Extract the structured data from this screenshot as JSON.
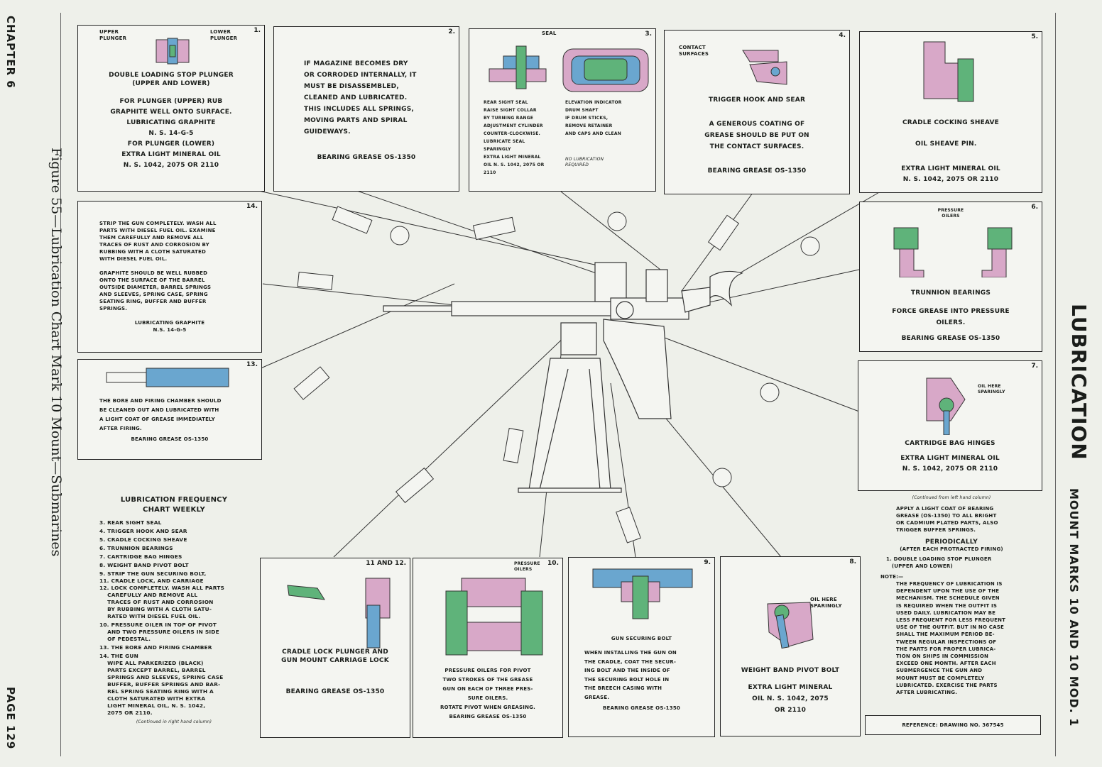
{
  "margin": {
    "chapter": "CHAPTER 6",
    "page": "PAGE 129",
    "figure_title": "Figure 55—Lubrication Chart Mark 10 Mount—Submarines",
    "right_title": "LUBRICATION",
    "right_subtitle": "MOUNT MARKS 10 AND 10 MOD. 1"
  },
  "boxes": {
    "b1": {
      "num": "1.",
      "upper": "UPPER\nPLUNGER",
      "lower": "LOWER\nPLUNGER",
      "title": "DOUBLE LOADING STOP PLUNGER\n(UPPER AND LOWER)",
      "body": "FOR PLUNGER (UPPER) RUB\nGRAPHITE WELL ONTO SURFACE.\nLUBRICATING GRAPHITE\nN. S. 14-G-5\nFOR PLUNGER (LOWER)\nEXTRA LIGHT MINERAL OIL\nN. S. 1042, 2075 OR 2110"
    },
    "b2": {
      "num": "2.",
      "body": "IF MAGAZINE BECOMES DRY\nOR CORRODED INTERNALLY, IT\nMUST BE DISASSEMBLED,\nCLEANED AND LUBRICATED.\nTHIS INCLUDES ALL SPRINGS,\nMOVING PARTS AND SPIRAL\nGUIDEWAYS.",
      "grease": "BEARING GREASE OS-1350"
    },
    "b3": {
      "num": "3.",
      "seal": "SEAL",
      "left": "REAR SIGHT SEAL\nRAISE SIGHT COLLAR\nBY TURNING RANGE\nADJUSTMENT CYLINDER\nCOUNTER-CLOCKWISE.\nLUBRICATE SEAL\nSPARINGLY\nEXTRA LIGHT MINERAL\nOIL N. S. 1042, 2075 OR\n2110",
      "right": "ELEVATION INDICATOR\nDRUM SHAFT\nIF DRUM STICKS,\nREMOVE RETAINER\nAND CAPS AND CLEAN",
      "right_note": "NO LUBRICATION\nREQUIRED"
    },
    "b4": {
      "num": "4.",
      "contact": "CONTACT\nSURFACES",
      "title": "TRIGGER HOOK AND SEAR",
      "body": "A GENEROUS COATING OF\nGREASE SHOULD BE PUT ON\nTHE CONTACT SURFACES.",
      "grease": "BEARING GREASE OS-1350"
    },
    "b5": {
      "num": "5.",
      "title": "CRADLE COCKING SHEAVE",
      "pin": "OIL SHEAVE PIN.",
      "oil": "EXTRA LIGHT MINERAL OIL\nN. S. 1042, 2075 OR 2110"
    },
    "b6": {
      "num": "6.",
      "oilers": "PRESSURE\nOILERS",
      "title": "TRUNNION BEARINGS",
      "body": "FORCE GREASE INTO PRESSURE\nOILERS.",
      "grease": "BEARING GREASE OS-1350"
    },
    "b7": {
      "num": "7.",
      "oil_here": "OIL HERE\nSPARINGLY",
      "title": "CARTRIDGE BAG HINGES",
      "oil": "EXTRA LIGHT MINERAL OIL\nN. S. 1042, 2075 OR 2110"
    },
    "b8": {
      "num": "8.",
      "oil_here": "OIL HERE\nSPARINGLY",
      "title": "WEIGHT BAND PIVOT BOLT",
      "oil": "EXTRA LIGHT MINERAL\nOIL N. S. 1042, 2075\nOR 2110"
    },
    "b9": {
      "num": "9.",
      "title": "GUN SECURING BOLT",
      "body": "WHEN INSTALLING THE GUN ON\nTHE CRADLE, COAT THE SECUR-\nING BOLT AND THE INSIDE OF\nTHE SECURING BOLT HOLE IN\nTHE BREECH CASING WITH\nGREASE.",
      "grease": "BEARING GREASE OS-1350"
    },
    "b10": {
      "num": "10.",
      "oilers": "PRESSURE\nOILERS",
      "body": "PRESSURE OILERS FOR PIVOT\nTWO STROKES OF THE GREASE\nGUN ON EACH OF THREE PRES-\nSURE OILERS.\nROTATE PIVOT WHEN GREASING.\nBEARING GREASE OS-1350"
    },
    "b11": {
      "num": "11 AND 12.",
      "title": "CRADLE LOCK PLUNGER AND\nGUN MOUNT CARRIAGE LOCK",
      "grease": "BEARING GREASE OS-1350"
    },
    "b13": {
      "num": "13.",
      "body": "THE BORE AND FIRING CHAMBER SHOULD\nBE CLEANED OUT AND LUBRICATED WITH\nA LIGHT COAT OF GREASE IMMEDIATELY\nAFTER FIRING.",
      "grease": "BEARING GREASE OS-1350"
    },
    "b14": {
      "num": "14.",
      "p1": "STRIP THE GUN COMPLETELY. WASH ALL\nPARTS WITH DIESEL FUEL OIL. EXAMINE\nTHEM CAREFULLY AND REMOVE ALL\nTRACES OF RUST AND CORROSION BY\nRUBBING WITH A CLOTH SATURATED\nWITH DIESEL FUEL OIL.",
      "p2": "GRAPHITE SHOULD BE WELL RUBBED\nONTO THE SURFACE OF THE BARREL\nOUTSIDE DIAMETER, BARREL SPRINGS\nAND SLEEVES, SPRING CASE, SPRING\nSEATING RING, BUFFER AND BUFFER\nSPRINGS.",
      "p3": "LUBRICATING GRAPHITE\nN.S. 14-G-5"
    }
  },
  "frequency": {
    "title": "LUBRICATION FREQUENCY\nCHART WEEKLY",
    "items": [
      "3. REAR SIGHT SEAL",
      "4. TRIGGER HOOK AND SEAR",
      "5. CRADLE COCKING SHEAVE",
      "6. TRUNNION BEARINGS",
      "7. CARTRIDGE BAG HINGES",
      "8. WEIGHT BAND PIVOT BOLT",
      "9. STRIP THE GUN SECURING BOLT,\n11. CRADLE LOCK, AND CARRIAGE\n12. LOCK COMPLETELY. WASH ALL PARTS\n    CAREFULLY AND REMOVE ALL\n    TRACES OF RUST AND CORROSION\n    BY RUBBING WITH A CLOTH SATU-\n    RATED WITH DIESEL FUEL OIL.",
      "10. PRESSURE OILER IN TOP OF PIVOT\n    AND TWO PRESSURE OILERS IN SIDE\n    OF PEDESTAL.",
      "13. THE BORE AND FIRING CHAMBER",
      "14. THE GUN\n    WIPE ALL PARKERIZED (BLACK)\n    PARTS EXCEPT BARREL, BARREL\n    SPRINGS AND SLEEVES, SPRING CASE\n    BUFFER, BUFFER SPRINGS AND BAR-\n    REL SPRING SEATING RING WITH A\n    CLOTH SATURATED WITH EXTRA\n    LIGHT MINERAL OIL, N. S. 1042,\n    2075 OR 2110."
    ],
    "continued": "(Continued in right hand column)"
  },
  "right_column": {
    "continued": "(Continued from left hand column)",
    "apply": "APPLY A LIGHT COAT OF BEARING\nGREASE (OS-1350) TO ALL BRIGHT\nOR CADMIUM PLATED PARTS, ALSO\nTRIGGER BUFFER SPRINGS.",
    "periodically": "PERIODICALLY",
    "after": "(AFTER EACH PROTRACTED FIRING)",
    "item1": "1. DOUBLE LOADING STOP PLUNGER\n   (UPPER AND LOWER)",
    "note_label": "NOTE:—",
    "note": "THE FREQUENCY OF LUBRICATION IS\nDEPENDENT UPON THE USE OF THE\nMECHANISM. THE SCHEDULE GIVEN\nIS REQUIRED WHEN THE OUTFIT IS\nUSED DAILY. LUBRICATION MAY BE\nLESS FREQUENT FOR LESS FREQUENT\nUSE OF THE OUTFIT. BUT IN NO CASE\nSHALL THE MAXIMUM PERIOD BE-\nTWEEN REGULAR INSPECTIONS OF\nTHE PARTS FOR PROPER LUBRICA-\nTION ON SHIPS IN COMMISSION\nEXCEED ONE MONTH. AFTER EACH\nSUBMERGENCE THE GUN AND\nMOUNT MUST BE COMPLETELY\nLUBRICATED. EXERCISE THE PARTS\nAFTER LUBRICATING.",
    "reference": "REFERENCE: DRAWING NO. 367545"
  },
  "colors": {
    "pink": "#d8a8c8",
    "green": "#5fb37a",
    "blue": "#6aa6cf",
    "line": "#333333"
  }
}
